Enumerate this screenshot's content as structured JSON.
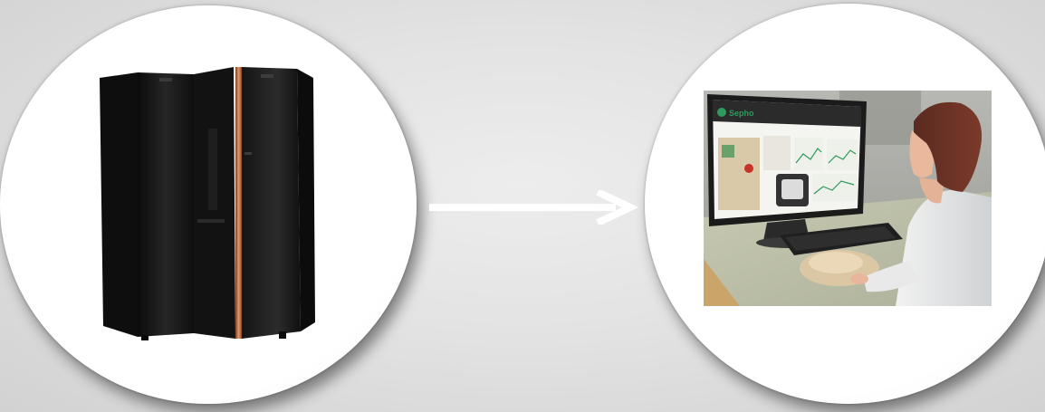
{
  "illustration": {
    "left_item": "mainframe-computer",
    "right_item": "clinical-workstation",
    "connector": "right-arrow-icon"
  },
  "screen": {
    "logo_text": "Sepho"
  },
  "colors": {
    "background": "#e3e3e3",
    "disc": "#ffffff",
    "arrow": "#ffffff",
    "cabinet": "#141414",
    "copper_stripe": "#c8744a",
    "screen_accent": "#2f9a5c"
  }
}
